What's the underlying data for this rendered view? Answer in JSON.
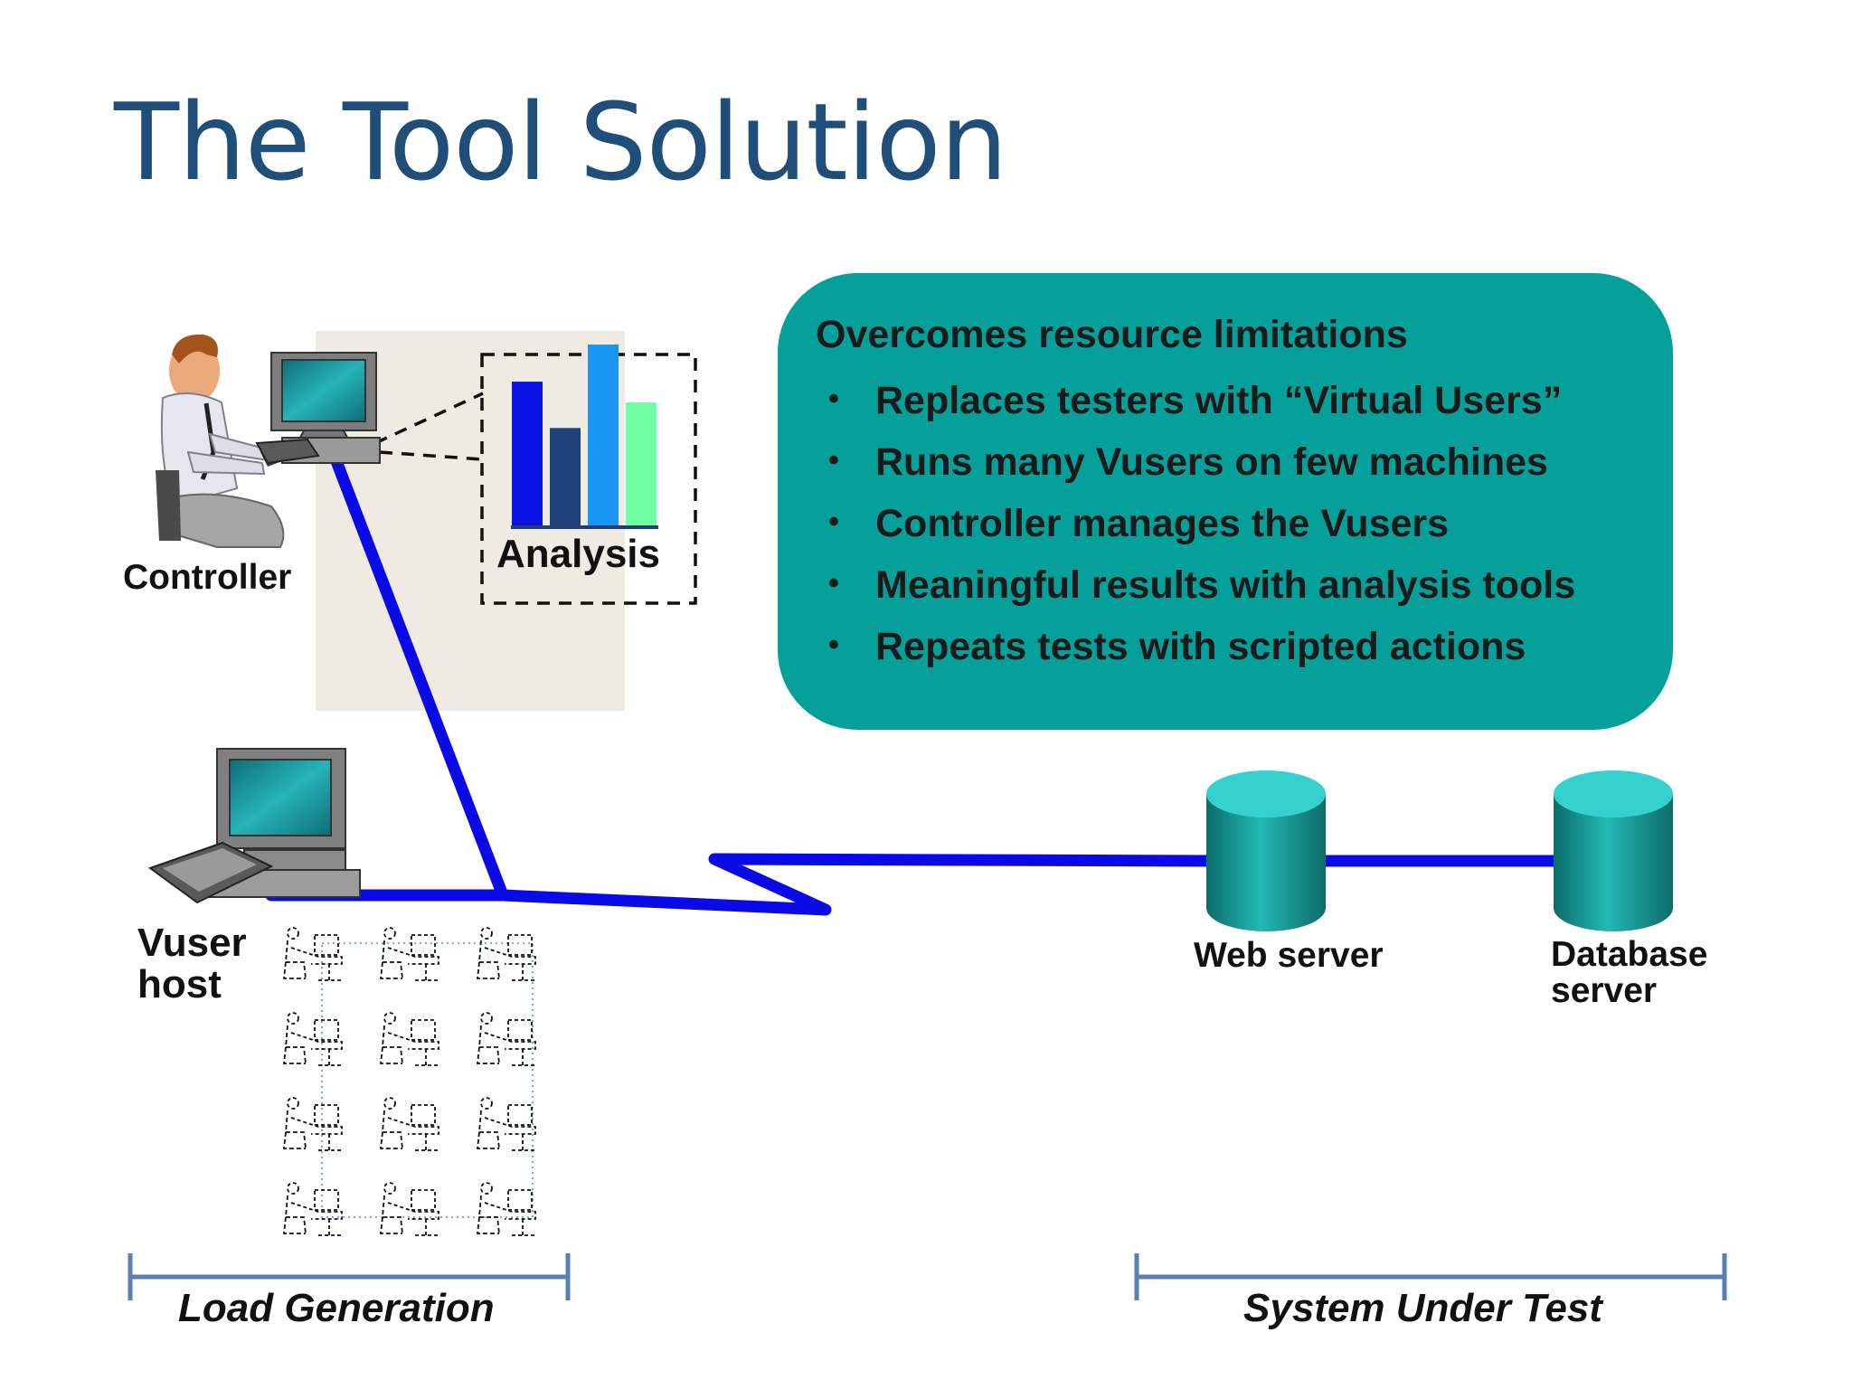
{
  "title": "The Tool Solution",
  "callout": {
    "heading": "Overcomes resource limitations",
    "bullets": [
      "Replaces testers with “Virtual Users”",
      "Runs many Vusers on few machines",
      "Controller manages the Vusers",
      "Meaningful results with analysis tools",
      "Repeats tests with scripted actions"
    ]
  },
  "labels": {
    "controller": "Controller",
    "analysis": "Analysis",
    "vuser_host_line1": "Vuser",
    "vuser_host_line2": "host",
    "web_server": "Web server",
    "database_server_line1": "Database",
    "database_server_line2": "server"
  },
  "ranges": {
    "load_generation": "Load Generation",
    "system_under_test": "System Under Test"
  },
  "analysis_chart": {
    "type": "bar",
    "values": [
      0.62,
      0.42,
      0.78,
      0.53
    ],
    "colors": [
      "#0a12e6",
      "#1f3f78",
      "#1a97f5",
      "#6effa0"
    ]
  },
  "colors": {
    "title": "#1f4e79",
    "callout_bg": "#05a09a",
    "network_line": "#0a0ae6",
    "bracket": "#5a7fb0",
    "cylinder": "#1aa7a3",
    "cylinder_top": "#36d1cd",
    "controller_panel": "#efebe2"
  },
  "vuser_grid": {
    "rows": 4,
    "cols": 3
  }
}
